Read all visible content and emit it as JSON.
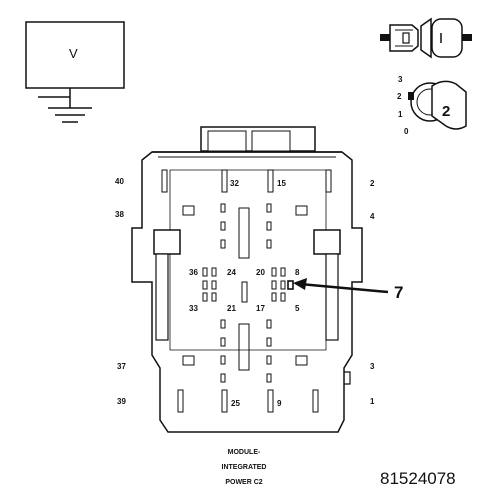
{
  "meter": {
    "label": "V"
  },
  "key_switch": {
    "key_number": "2",
    "positions": [
      "3",
      "2",
      "1",
      "0"
    ]
  },
  "connector": {
    "pin_labels": {
      "p40": "40",
      "p32": "32",
      "p15": "15",
      "p2": "2",
      "p38": "38",
      "p4": "4",
      "p36": "36",
      "p24": "24",
      "p20": "20",
      "p8": "8",
      "p33": "33",
      "p21": "21",
      "p17": "17",
      "p5": "5",
      "p37": "37",
      "p3": "3",
      "p39": "39",
      "p25": "25",
      "p9": "9",
      "p1": "1"
    },
    "callout": "7",
    "caption": [
      "MODULE-",
      "INTEGRATED",
      "POWER C2"
    ]
  },
  "figure_id": "81524078"
}
